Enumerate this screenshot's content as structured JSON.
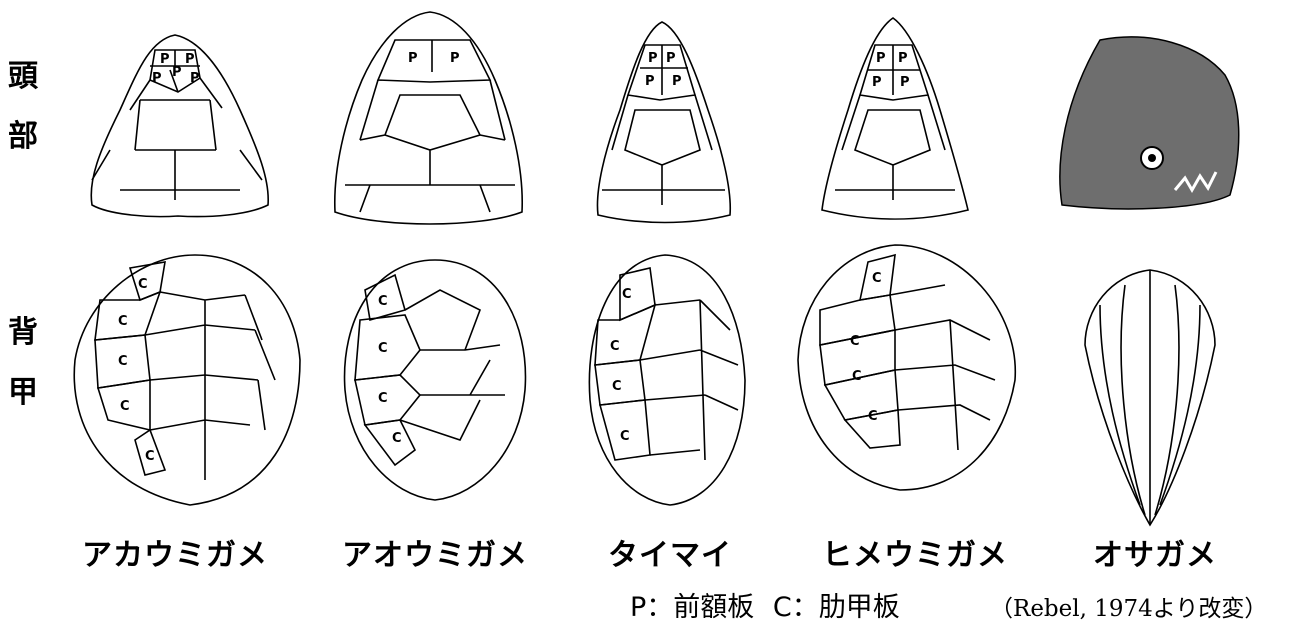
{
  "row_labels": {
    "head_1": "頭",
    "head_2": "部",
    "shell_1": "背",
    "shell_2": "甲"
  },
  "scute_labels": {
    "prefrontal": "P",
    "costal": "C"
  },
  "species": [
    {
      "name": "アカウミガメ"
    },
    {
      "name": "アオウミガメ"
    },
    {
      "name": "タイマイ"
    },
    {
      "name": "ヒメウミガメ"
    },
    {
      "name": "オサガメ"
    }
  ],
  "legend": {
    "p": "P：前額板",
    "c": "C：肋甲板"
  },
  "citation": "（Rebel, 1974より改変）",
  "colors": {
    "shaded": "#8f8f8f",
    "ink": "#000000"
  }
}
